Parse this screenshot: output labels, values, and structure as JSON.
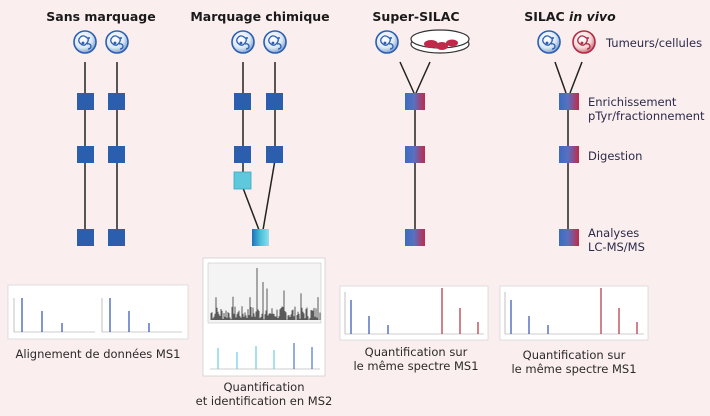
{
  "titles": {
    "label_free": "Sans marquage",
    "chemical": "Marquage chimique",
    "super_silac": "Super-SILAC",
    "silac_prefix": "SILAC ",
    "silac_italic": "in vivo"
  },
  "right_labels": {
    "tumors": "Tumeurs/cellules",
    "enrichment_line1": "Enrichissement",
    "enrichment_line2": "pTyr/fractionnement",
    "digestion": "Digestion",
    "analyses_line1": "Analyses",
    "analyses_line2": "LC-MS/MS"
  },
  "captions": {
    "ms1_alignment": "Alignement de données MS1",
    "ms2_line1": "Quantification",
    "ms2_line2": "et identification en MS2",
    "super_silac_line1": "Quantification sur",
    "super_silac_line2": "le même spectre MS1",
    "silac_line1": "Quantification sur",
    "silac_line2": "le même spectre MS1"
  },
  "colors": {
    "background": "#fbeeee",
    "block_blue": "#2b5fae",
    "block_cyan": "#5ec8dc",
    "heavy_red": "#c0294a",
    "spectrum_blue": "#3050b0",
    "spectrum_red": "#b03040"
  },
  "icons": {
    "cell": "cell-icon",
    "heavy_cell": "heavy-cell-icon",
    "dish": "culture-dish-icon"
  }
}
